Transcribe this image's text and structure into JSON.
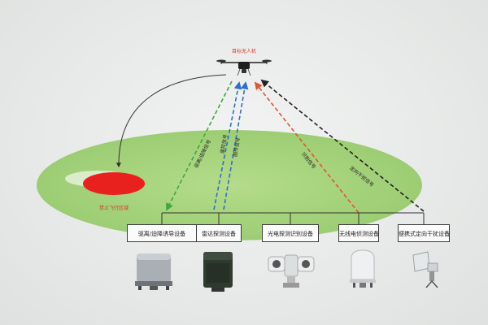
{
  "drone_label": "目标无人机",
  "zone_label": "禁止飞行区域",
  "signals": [
    {
      "label": "驱离/迫降信号",
      "color": "#3fa83f"
    },
    {
      "label": "遥控信号",
      "color": "#2f6fc9"
    },
    {
      "label": "图传信号",
      "color": "#2f6fc9"
    },
    {
      "label": "识别信号",
      "color": "#e2552f"
    },
    {
      "label": "定向干扰信号",
      "color": "#222222"
    }
  ],
  "devices": [
    {
      "label": "驱离/迫降诱导设备",
      "icon": "radome-cylinder-icon"
    },
    {
      "label": "雷达探测设备",
      "icon": "radar-block-icon"
    },
    {
      "label": "光电探测识别设备",
      "icon": "pan-tilt-camera-icon"
    },
    {
      "label": "无线电侦测设备",
      "icon": "white-radome-icon"
    },
    {
      "label": "便携式定向干扰设备",
      "icon": "directional-antenna-icon"
    }
  ],
  "colors": {
    "zone": "#a6d57b",
    "nofly": "#e8211f",
    "label_red": "#d23b2a"
  }
}
